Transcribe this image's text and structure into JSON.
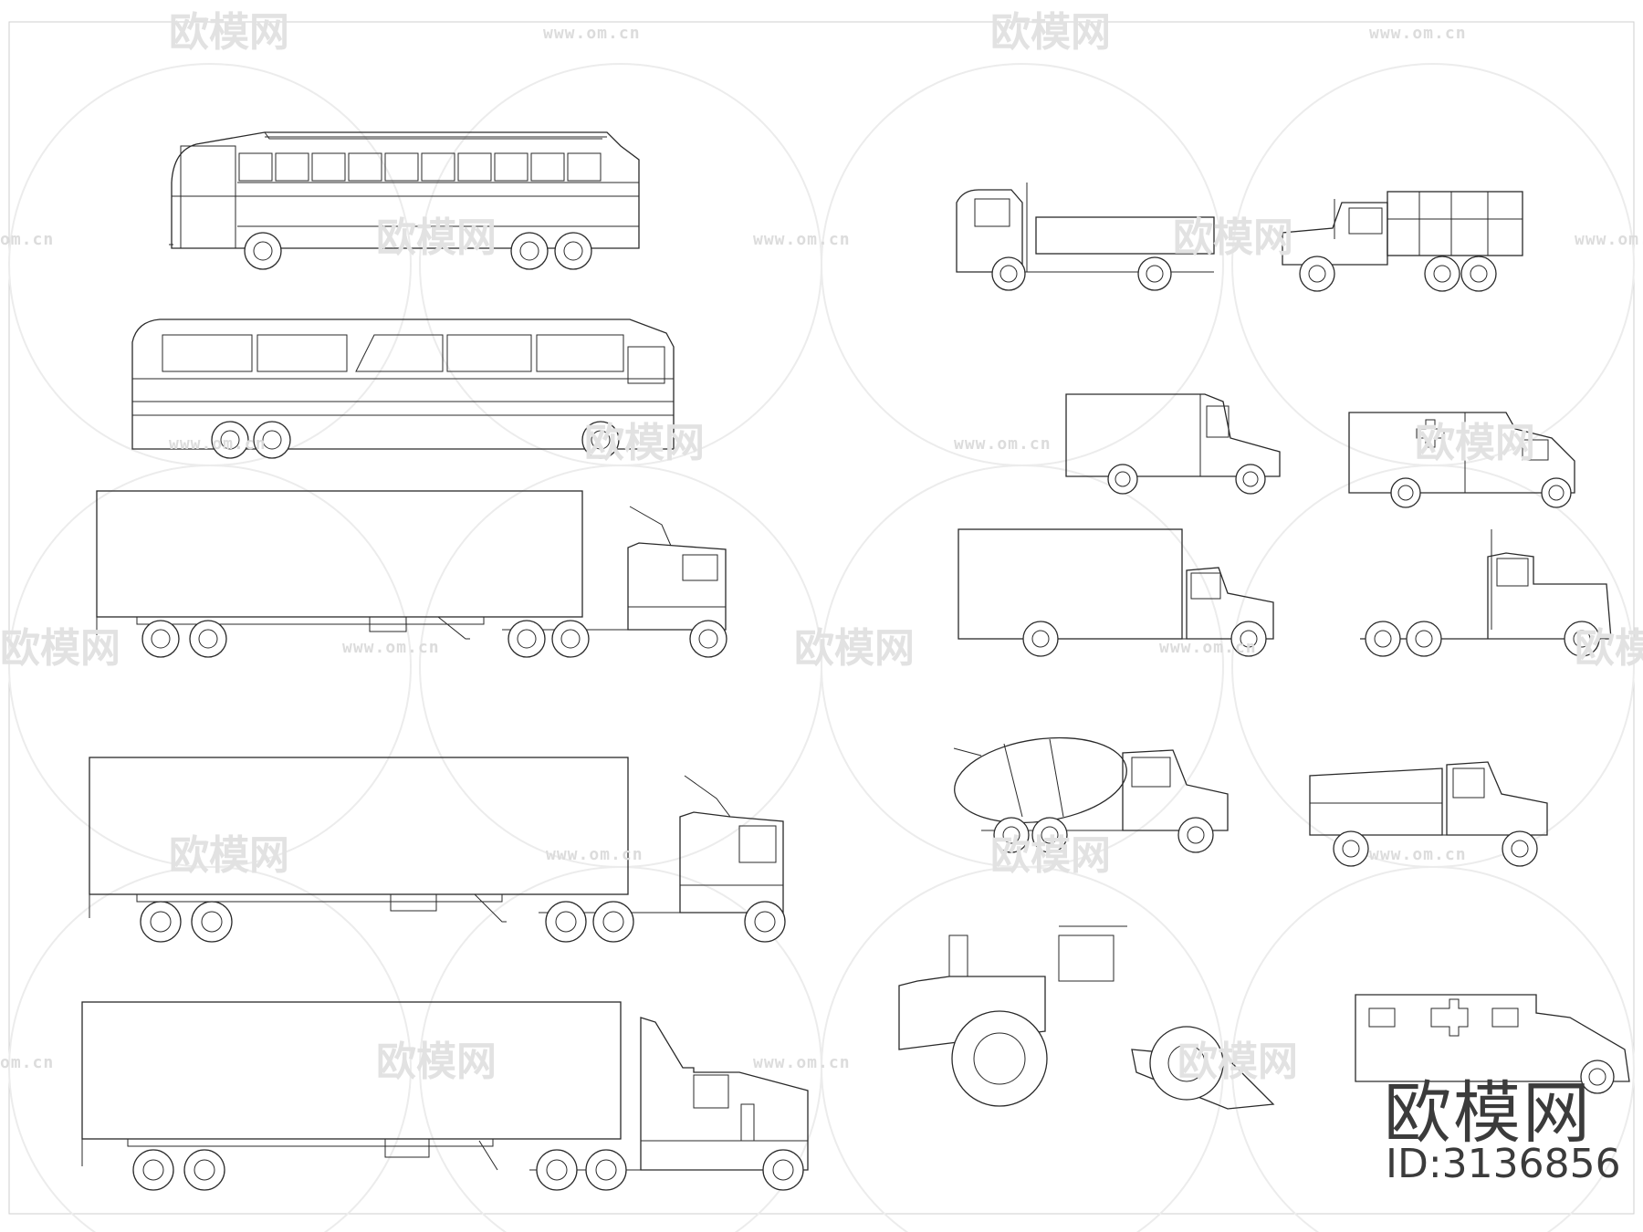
{
  "watermark": {
    "brand": "欧模网",
    "url": "www.om.cn",
    "url_fragment": "om.cn",
    "brand_fragment": "欧模网"
  },
  "logo": {
    "brand": "欧模网",
    "id_label": "ID:3136856"
  },
  "vehicles": [
    {
      "name": "coach-bus-1"
    },
    {
      "name": "coach-bus-2"
    },
    {
      "name": "semi-truck-cabover-1"
    },
    {
      "name": "semi-truck-cabover-2"
    },
    {
      "name": "semi-truck-conventional"
    },
    {
      "name": "flatbed-truck"
    },
    {
      "name": "military-cargo-truck"
    },
    {
      "name": "step-van"
    },
    {
      "name": "ambulance-1"
    },
    {
      "name": "box-truck"
    },
    {
      "name": "tractor-cab"
    },
    {
      "name": "cement-mixer-truck"
    },
    {
      "name": "dump-truck"
    },
    {
      "name": "wheel-loader-dozer"
    },
    {
      "name": "ambulance-2"
    }
  ]
}
